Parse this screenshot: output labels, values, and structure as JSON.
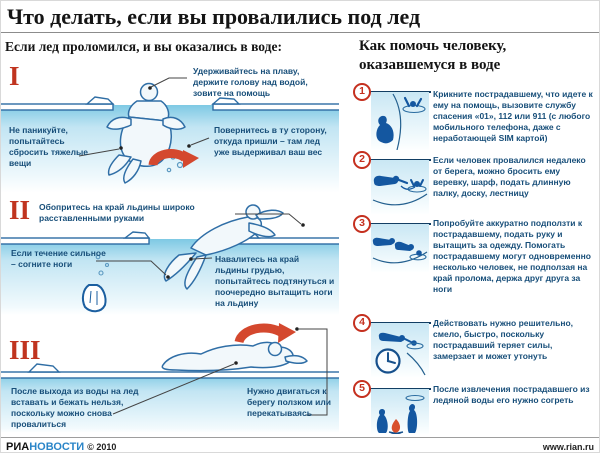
{
  "header": {
    "title": "Что делать, если вы провалились под лед"
  },
  "left": {
    "subtitle": "Если лед проломился, и вы оказались в воде:",
    "sections": [
      {
        "numeral": "I",
        "labels": [
          "Удерживайтесь на плаву, держите голову над водой, зовите на помощь",
          "Не паникуйте, попытайтесь сбросить тяжелые вещи",
          "Повернитесь в ту сторону, откуда пришли – там лед уже выдерживал ваш вес"
        ]
      },
      {
        "numeral": "II",
        "labels": [
          "Обопритесь на край льдины широко расставленными руками",
          "Если течение сильное – согните ноги",
          "Навалитесь на край льдины грудью, попытайтесь подтянуться и поочередно вытащить ноги на льдину"
        ]
      },
      {
        "numeral": "III",
        "labels": [
          "После выхода из воды на лед вставать и бежать нельзя, поскольку можно снова провалиться",
          "Нужно двигаться к берегу ползком или перекатываясь"
        ]
      }
    ]
  },
  "right": {
    "subtitle": "Как помочь человеку, оказавшемуся в воде",
    "steps": [
      {
        "number": "1",
        "text": "Крикните пострадавшему, что идете к ему на помощь, вызовите службу спасения «01», 112 или 911 (с любого мобильного телефона, даже с неработающей SIM картой)"
      },
      {
        "number": "2",
        "text": "Если человек провалился недалеко от берега, можно бросить ему веревку, шарф, подать длинную палку, доску, лестницу"
      },
      {
        "number": "3",
        "text": "Попробуйте аккуратно подползти к пострадавшему, подать руку и вытащить за одежду. Помогать пострадавшему могут одновременно несколько человек, не подползая на край пролома, держа друг друга за ноги"
      },
      {
        "number": "4",
        "text": "Действовать нужно решительно, смело, быстро, поскольку пострадавший теряет силы, замерзает и может утонуть"
      },
      {
        "number": "5",
        "text": "После извлечения пострадавшего из ледяной воды его нужно согреть"
      }
    ]
  },
  "footer": {
    "brand_ria": "РИА",
    "brand_novosti": "НОВОСТИ",
    "copyright": "© 2010",
    "site": "www.rian.ru"
  },
  "colors": {
    "accent_red": "#c5301f",
    "arrow_red": "#d4482e",
    "text_blue": "#174e79",
    "water_blue": "#7ec9e4",
    "figure_blue": "#1559a0",
    "outline_blue": "#2f6ea6",
    "brand_blue": "#2a85c8"
  }
}
